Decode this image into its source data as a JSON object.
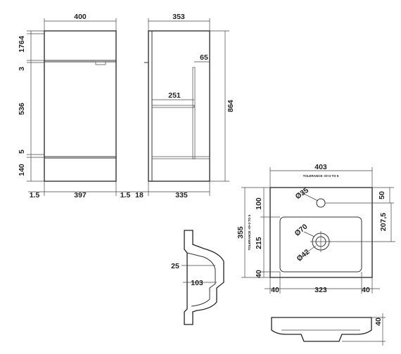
{
  "front_view": {
    "width_top": "400",
    "height_4": "4",
    "height_176": "176",
    "gap_3": "3",
    "height_536": "536",
    "gap_5": "5",
    "height_140": "140",
    "side_left": "1.5",
    "width_397": "397",
    "side_right": "1.5"
  },
  "side_view": {
    "depth_top": "353",
    "height_total": "864",
    "shelf_65": "65",
    "shelf_251": "251",
    "door_18": "18",
    "depth_335": "335"
  },
  "basin_plan": {
    "width_403": "403",
    "width_tolerance": "TOLERANCE -0/+3 TO 5",
    "tap_hole": "Ø35",
    "tap_offset_50": "50",
    "depth_355": "355",
    "depth_tolerance": "TOLERANCE -0/+3 TO 5",
    "top_100": "100",
    "bowl_215": "215",
    "bottom_40": "40",
    "waste_70": "Ø70",
    "waste_42": "Ø42",
    "right_207_5": "207,5",
    "left_40": "40",
    "bowl_323": "323",
    "right_40": "40"
  },
  "basin_section": {
    "lip_25": "25",
    "depth_103": "103"
  },
  "basin_front": {
    "height_40": "40"
  },
  "colors": {
    "line": "#333333",
    "text": "#222222",
    "background": "#ffffff"
  }
}
